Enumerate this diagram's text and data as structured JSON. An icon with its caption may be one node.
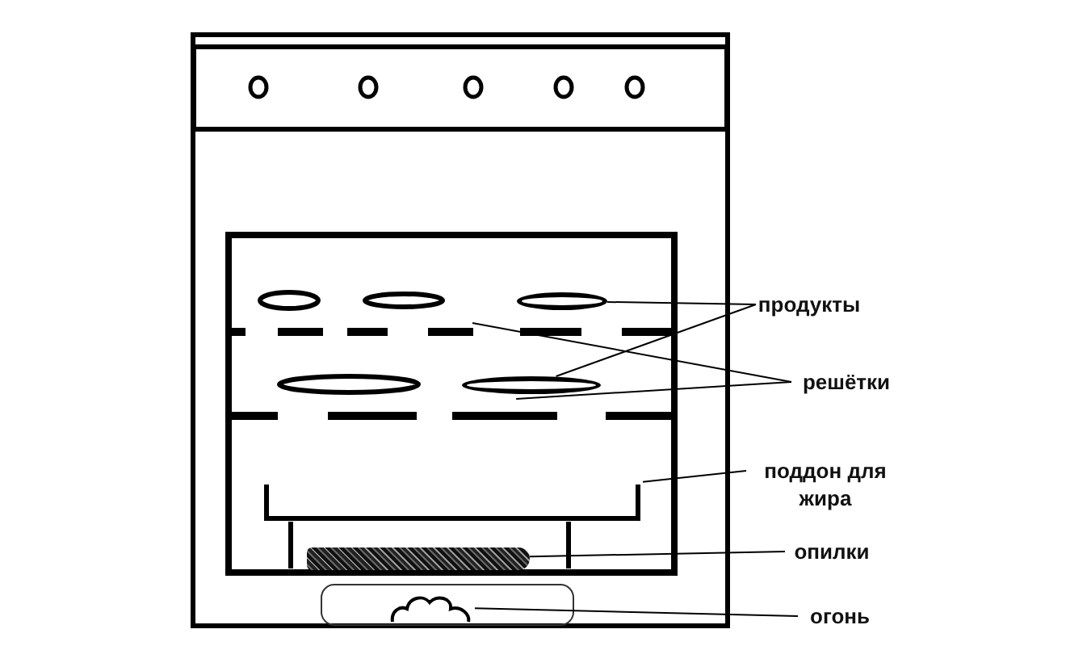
{
  "diagram": {
    "nodes": [
      {
        "text": [
          "продукты"
        ]
      },
      {
        "text": [
          "решётки"
        ]
      },
      {
        "text": [
          "поддон для жира"
        ]
      },
      {
        "text": [
          "опилки"
        ]
      },
      {
        "text": [
          "огонь"
        ]
      },
      {
        "text": [],
        "shape": "circle"
      },
      {
        "text": [],
        "shape": "circle"
      },
      {
        "text": [],
        "shape": "bar"
      },
      {
        "text": [],
        "shape": "bar"
      },
      {
        "text": [],
        "shape": "box"
      },
      {
        "text": [],
        "shape": "bar"
      },
      {
        "text": [],
        "shape": "cloud"
      }
    ],
    "edges": [
      {
        "from": 0,
        "to": 5,
        "arrow": "none"
      },
      {
        "from": 0,
        "to": 6,
        "arrow": "none"
      },
      {
        "from": 1,
        "to": 7,
        "arrow": "none"
      },
      {
        "from": 1,
        "to": 8,
        "arrow": "none"
      },
      {
        "from": 2,
        "to": 9,
        "arrow": "none"
      },
      {
        "from": 3,
        "to": 10,
        "arrow": "none"
      },
      {
        "from": 4,
        "to": 11,
        "arrow": "none"
      }
    ]
  }
}
